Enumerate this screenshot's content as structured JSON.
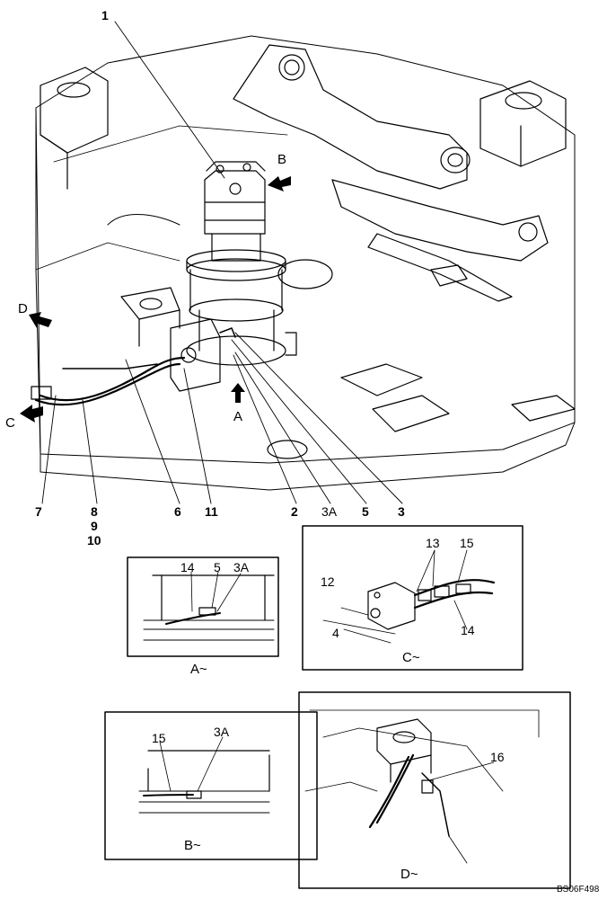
{
  "main_callouts": {
    "c1": "1",
    "c7": "7",
    "c8": "8",
    "c9": "9",
    "c10": "10",
    "c6": "6",
    "c11": "11",
    "c2": "2",
    "c3A": "3A",
    "c5": "5",
    "c3": "3"
  },
  "direction_arrows": {
    "a": "A",
    "b": "B",
    "c": "C",
    "d": "D"
  },
  "detail_a": {
    "label": "A~",
    "callouts": [
      "14",
      "5",
      "3A"
    ]
  },
  "detail_b": {
    "label": "B~",
    "callouts": [
      "15",
      "3A"
    ]
  },
  "detail_c": {
    "label": "C~",
    "callouts": [
      "13",
      "15",
      "12",
      "4",
      "14"
    ]
  },
  "detail_d": {
    "label": "D~",
    "callouts": [
      "16"
    ]
  },
  "figure_code": "BS06F498"
}
